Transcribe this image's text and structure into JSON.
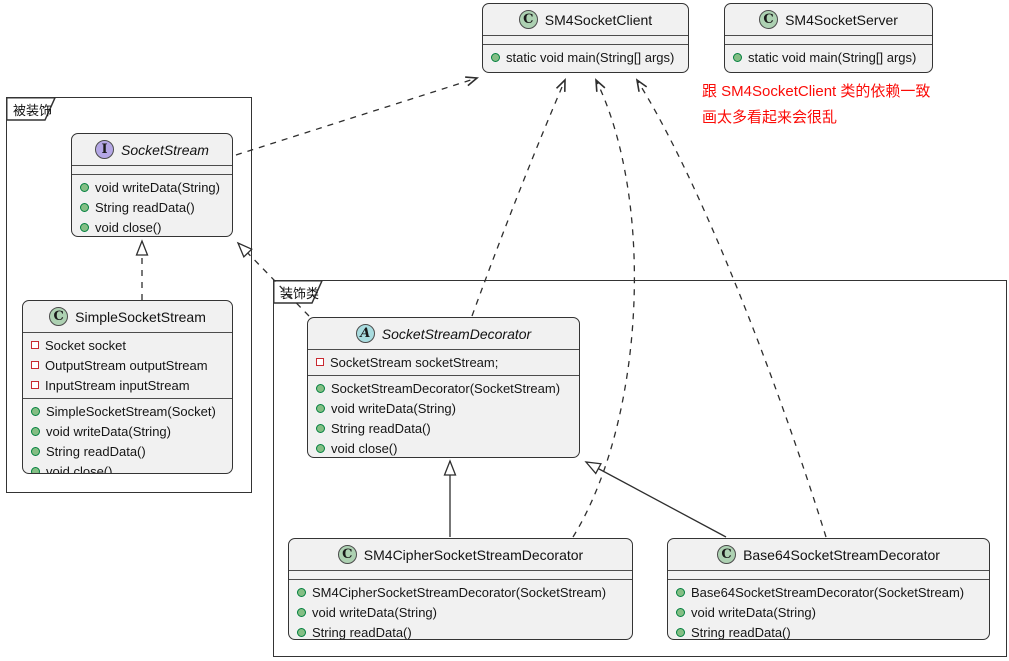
{
  "packages": {
    "decorated": {
      "label": "被装饰"
    },
    "decorators": {
      "label": "装饰类"
    }
  },
  "note": {
    "line1": "跟 SM4SocketClient 类的依赖一致",
    "line2": "画太多看起来会很乱",
    "color": "#FB0B07"
  },
  "classes": {
    "client": {
      "kind": "class",
      "letter": "C",
      "name": "SM4SocketClient",
      "fields": [],
      "methods": [
        "static void main(String[] args)"
      ]
    },
    "server": {
      "kind": "class",
      "letter": "C",
      "name": "SM4SocketServer",
      "fields": [],
      "methods": [
        "static void main(String[] args)"
      ]
    },
    "socketStream": {
      "kind": "interface",
      "letter": "I",
      "name": "SocketStream",
      "fields": [],
      "methods": [
        "void writeData(String)",
        "String readData()",
        "void close()"
      ]
    },
    "simple": {
      "kind": "class",
      "letter": "C",
      "name": "SimpleSocketStream",
      "fields": [
        "Socket socket",
        "OutputStream outputStream",
        "InputStream inputStream"
      ],
      "methods": [
        "SimpleSocketStream(Socket)",
        "void writeData(String)",
        "String readData()",
        "void close()"
      ]
    },
    "decorator": {
      "kind": "abstract",
      "letter": "A",
      "name": "SocketStreamDecorator",
      "fields": [
        "SocketStream socketStream;"
      ],
      "methods": [
        "SocketStreamDecorator(SocketStream)",
        "void writeData(String)",
        "String readData()",
        "void close()"
      ]
    },
    "sm4cipher": {
      "kind": "class",
      "letter": "C",
      "name": "SM4CipherSocketStreamDecorator",
      "fields": [],
      "methods": [
        "SM4CipherSocketStreamDecorator(SocketStream)",
        "void writeData(String)",
        "String readData()"
      ]
    },
    "base64": {
      "kind": "class",
      "letter": "C",
      "name": "Base64SocketStreamDecorator",
      "fields": [],
      "methods": [
        "Base64SocketStreamDecorator(SocketStream)",
        "void writeData(String)",
        "String readData()"
      ]
    }
  },
  "relations": [
    {
      "from": "SocketStream",
      "to": "SM4SocketClient",
      "type": "dependency",
      "style": "dashed-open-arrow"
    },
    {
      "from": "SimpleSocketStream",
      "to": "SocketStream",
      "type": "realization",
      "style": "dashed-hollow-triangle"
    },
    {
      "from": "SocketStreamDecorator",
      "to": "SocketStream",
      "type": "realization",
      "style": "dashed-hollow-triangle"
    },
    {
      "from": "SM4CipherSocketStreamDecorator",
      "to": "SocketStreamDecorator",
      "type": "extension",
      "style": "solid-hollow-triangle"
    },
    {
      "from": "Base64SocketStreamDecorator",
      "to": "SocketStreamDecorator",
      "type": "extension",
      "style": "solid-hollow-triangle"
    },
    {
      "from": "SocketStreamDecorator",
      "to": "SM4SocketClient",
      "type": "dependency",
      "style": "dashed-open-arrow"
    },
    {
      "from": "SM4CipherSocketStreamDecorator",
      "to": "SM4SocketClient",
      "type": "dependency",
      "style": "dashed-open-arrow"
    },
    {
      "from": "Base64SocketStreamDecorator",
      "to": "SM4SocketClient",
      "type": "dependency",
      "style": "dashed-open-arrow"
    }
  ],
  "colors": {
    "box_fill": "#F1F1F1",
    "border": "#343434",
    "class_spot": "#ADD1B2",
    "interface_spot": "#B4A7E5",
    "abstract_spot": "#A9DCDF",
    "public_icon": "#84BE84",
    "private_icon": "#C82930",
    "note_text": "#FB0B07"
  }
}
